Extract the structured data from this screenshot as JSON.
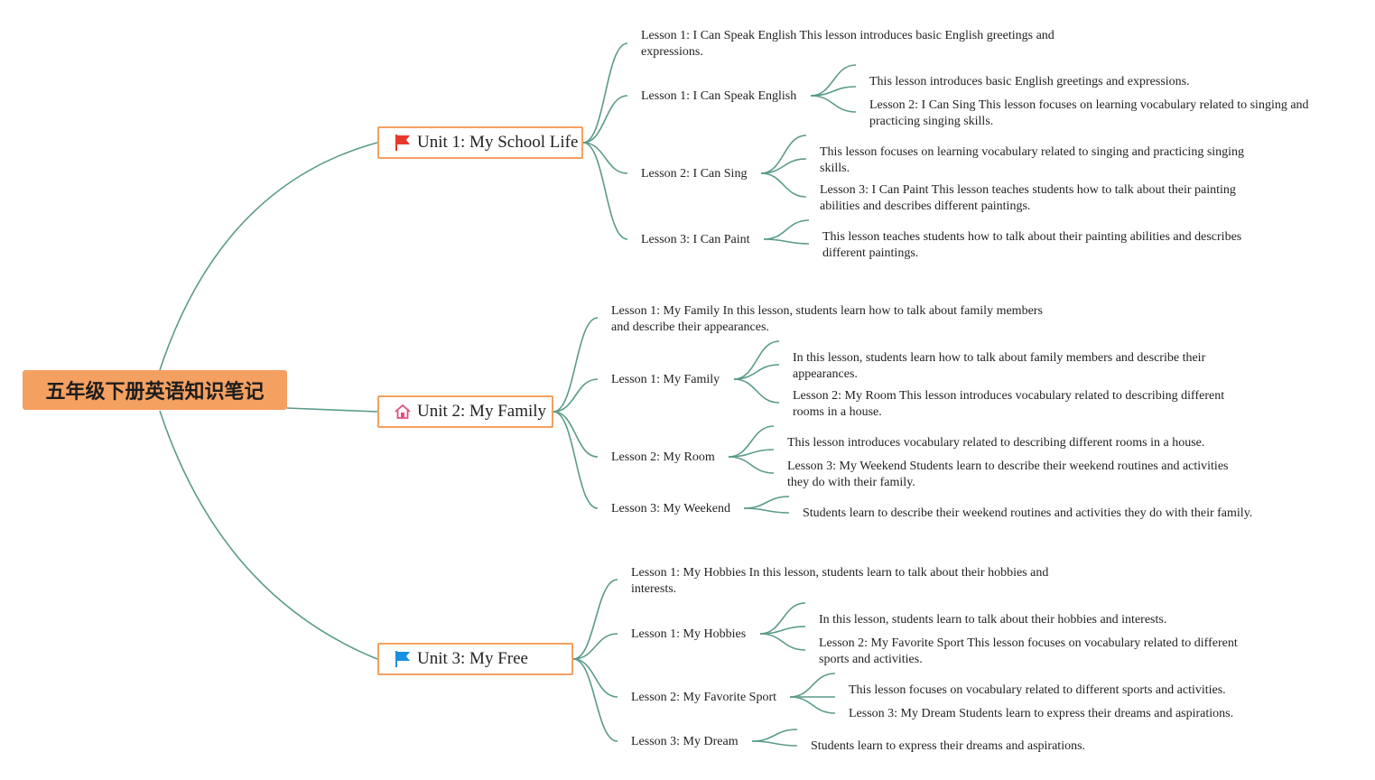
{
  "root": {
    "label": "五年级下册英语知识笔记"
  },
  "colors": {
    "branch": "#5a9a8a",
    "root_fill": "#f4a061",
    "unit_border": "#f4a061",
    "flag_red": "#e8382c",
    "flag_blue": "#1a8fe0",
    "house": "#e0507a"
  },
  "units": [
    {
      "label": "Unit 1: My School Life",
      "icon": "red-flag-icon",
      "summary": "Lesson 1: I Can Speak English This lesson introduces basic English greetings and expressions.",
      "lessons": [
        {
          "label": "Lesson 1: I Can Speak English",
          "notes": [
            "This lesson introduces basic English greetings and expressions.",
            "Lesson 2: I Can Sing This lesson focuses on learning vocabulary related to singing and practicing singing skills."
          ]
        },
        {
          "label": "Lesson 2: I Can Sing",
          "notes": [
            "This lesson focuses on learning vocabulary related to singing and practicing singing skills.",
            "Lesson 3: I Can Paint This lesson teaches students how to talk about their painting abilities and describes different paintings."
          ]
        },
        {
          "label": "Lesson 3: I Can Paint",
          "notes": [
            "This lesson teaches students how to talk about their painting abilities and describes different paintings."
          ]
        }
      ]
    },
    {
      "label": "Unit 2: My Family",
      "icon": "house-icon",
      "summary": "Lesson 1: My Family In this lesson, students learn how to talk about family members and describe their appearances.",
      "lessons": [
        {
          "label": "Lesson 1: My Family",
          "notes": [
            "In this lesson, students learn how to talk about family members and describe their appearances.",
            "Lesson 2: My Room This lesson introduces vocabulary related to describing different rooms in a house."
          ]
        },
        {
          "label": "Lesson 2: My Room",
          "notes": [
            "This lesson introduces vocabulary related to describing different rooms in a house.",
            "Lesson 3: My Weekend Students learn to describe their weekend routines and activities they do with their family."
          ]
        },
        {
          "label": "Lesson 3: My Weekend",
          "notes": [
            "Students learn to describe their weekend routines and activities they do with their family."
          ]
        }
      ]
    },
    {
      "label": "Unit 3: My Free",
      "icon": "blue-flag-icon",
      "summary": "Lesson 1: My Hobbies In this lesson, students learn to talk about their hobbies and interests.",
      "lessons": [
        {
          "label": "Lesson 1: My Hobbies",
          "notes": [
            "In this lesson, students learn to talk about their hobbies and interests.",
            "Lesson 2: My Favorite Sport This lesson focuses on vocabulary related to different sports and activities."
          ]
        },
        {
          "label": "Lesson 2: My Favorite Sport",
          "notes": [
            "This lesson focuses on vocabulary related to different sports and activities.",
            "Lesson 3: My Dream Students learn to express their dreams and aspirations."
          ]
        },
        {
          "label": "Lesson 3: My Dream",
          "notes": [
            "Students learn to express their dreams and aspirations."
          ]
        }
      ]
    }
  ]
}
